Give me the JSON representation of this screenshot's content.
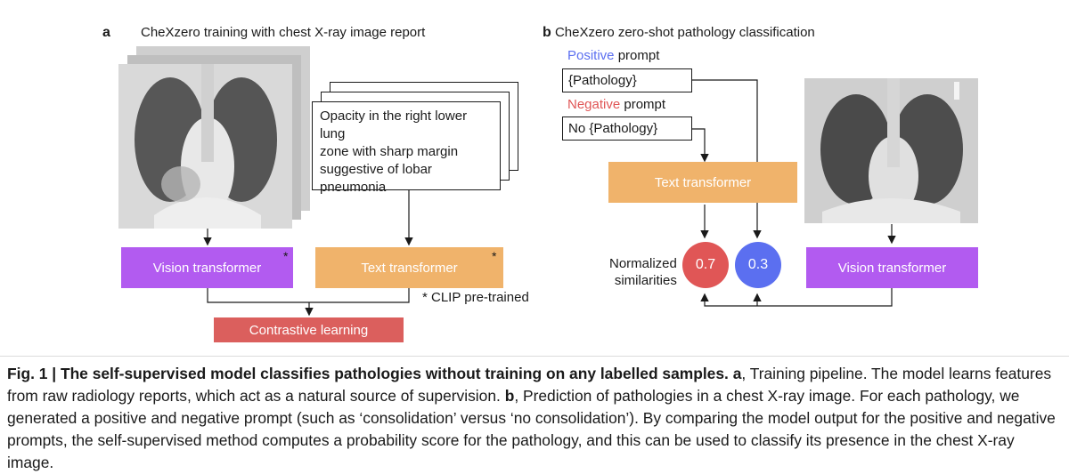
{
  "panel_a": {
    "letter": "a",
    "title": "CheXzero training with chest X-ray image report",
    "report_text": "Opacity in the right lower lung zone with sharp margin suggestive of lobar pneumonia",
    "report_lines": [
      "Opacity in the right lower lung",
      "zone with sharp margin",
      "suggestive of lobar",
      "pneumonia"
    ],
    "vision_transformer": "Vision transformer",
    "text_transformer": "Text transformer",
    "star": "*",
    "clip_note": "*  CLIP pre-trained",
    "contrastive": "Contrastive learning"
  },
  "panel_b": {
    "letter": "b",
    "title": "CheXzero zero-shot pathology classification",
    "positive_word": "Positive",
    "positive_rest": " prompt",
    "positive_box": "{Pathology}",
    "negative_word": "Negative",
    "negative_rest": " prompt",
    "negative_box": "No {Pathology}",
    "text_transformer": "Text transformer",
    "normalized_line1": "Normalized",
    "normalized_line2": "similarities",
    "score_negative": "0.7",
    "score_positive": "0.3",
    "vision_transformer": "Vision transformer"
  },
  "colors": {
    "vision": "#b25bf0",
    "text": "#f0b36b",
    "contrastive": "#db5f5d",
    "positive": "#5b6ff0",
    "negative": "#e05656"
  },
  "caption": {
    "label": "Fig. 1 | The self-supervised model classifies pathologies without training on any labelled samples.",
    "a_letter": "a",
    "a_text": ", Training pipeline. The model learns features from raw radiology reports, which act as a natural source of supervision. ",
    "b_letter": "b",
    "b_text": ", Prediction of pathologies in a chest X-ray image. For each pathology, we generated a positive and negative prompt (such as ‘consolidation’ versus ‘no consolidation’). By comparing the model output for the positive and negative prompts, the self-supervised method computes a probability score for the pathology, and this can be used to classify its presence in the chest X-ray image."
  }
}
